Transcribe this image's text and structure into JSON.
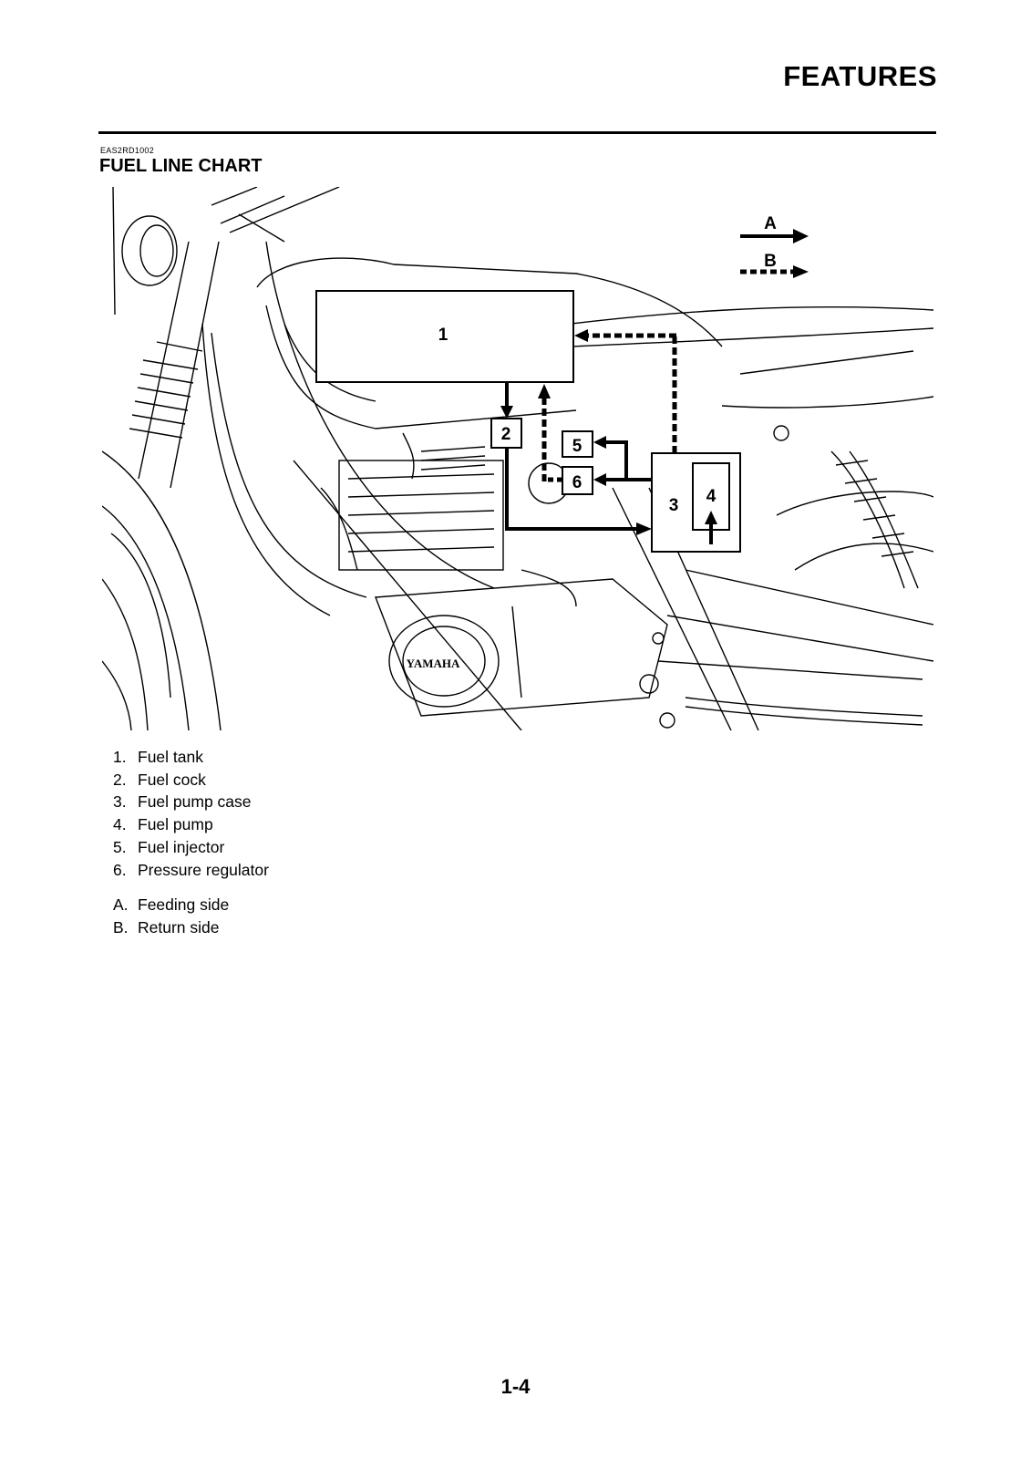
{
  "header": {
    "section_title": "FEATURES",
    "ref_code": "EAS2RD1002",
    "chart_title": "FUEL LINE CHART"
  },
  "diagram": {
    "arrow_legend": {
      "a": "A",
      "b": "B"
    },
    "box_labels": {
      "b1": "1",
      "b2": "2",
      "b3": "3",
      "b4": "4",
      "b5": "5",
      "b6": "6"
    },
    "brand_text": "YAMAHA"
  },
  "legend": {
    "items": [
      {
        "num": "1.",
        "text": "Fuel tank"
      },
      {
        "num": "2.",
        "text": "Fuel cock"
      },
      {
        "num": "3.",
        "text": "Fuel pump case"
      },
      {
        "num": "4.",
        "text": "Fuel pump"
      },
      {
        "num": "5.",
        "text": "Fuel injector"
      },
      {
        "num": "6.",
        "text": "Pressure regulator"
      }
    ],
    "keys": [
      {
        "num": "A.",
        "text": "Feeding side"
      },
      {
        "num": "B.",
        "text": "Return side"
      }
    ]
  },
  "footer": {
    "page_number": "1-4"
  }
}
